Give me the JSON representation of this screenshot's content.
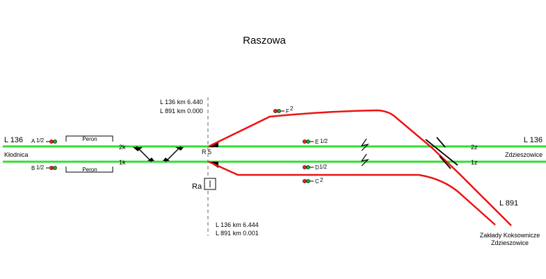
{
  "title": "Raszowa",
  "lines": {
    "left_line": "L 136",
    "right_line": "L 136",
    "branch_line": "L 891"
  },
  "destinations": {
    "left": "Kłodnica",
    "right": "Zdzieszowice",
    "branch_1": "Zakłady Koksownicze",
    "branch_2": "Zdzieszowice"
  },
  "tracks": {
    "upper_left": "2k",
    "lower_left": "1k",
    "upper_right": "2z",
    "lower_right": "1z"
  },
  "platforms": [
    "Peron",
    "Peron"
  ],
  "signals": {
    "A": "A",
    "A_num": "1/2",
    "B": "B",
    "B_num": "1/2",
    "F": "F",
    "F_num": "2",
    "E": "E",
    "E_num": "1/2",
    "D": "D",
    "D_num": "1/2",
    "C": "C",
    "C_num": "2"
  },
  "switch_label": "R 5",
  "box_label": "Ra",
  "km_top": {
    "l1": "L 136  km  6.440",
    "l2": "L 891  km  0.000"
  },
  "km_bottom": {
    "l1": "L 136  km  6.444",
    "l2": "L 891  km  0.001"
  },
  "colors": {
    "track_main": "#33dd33",
    "track_branch": "#ee1111",
    "signal_red": "#ee2222",
    "signal_green": "#22aa22"
  }
}
